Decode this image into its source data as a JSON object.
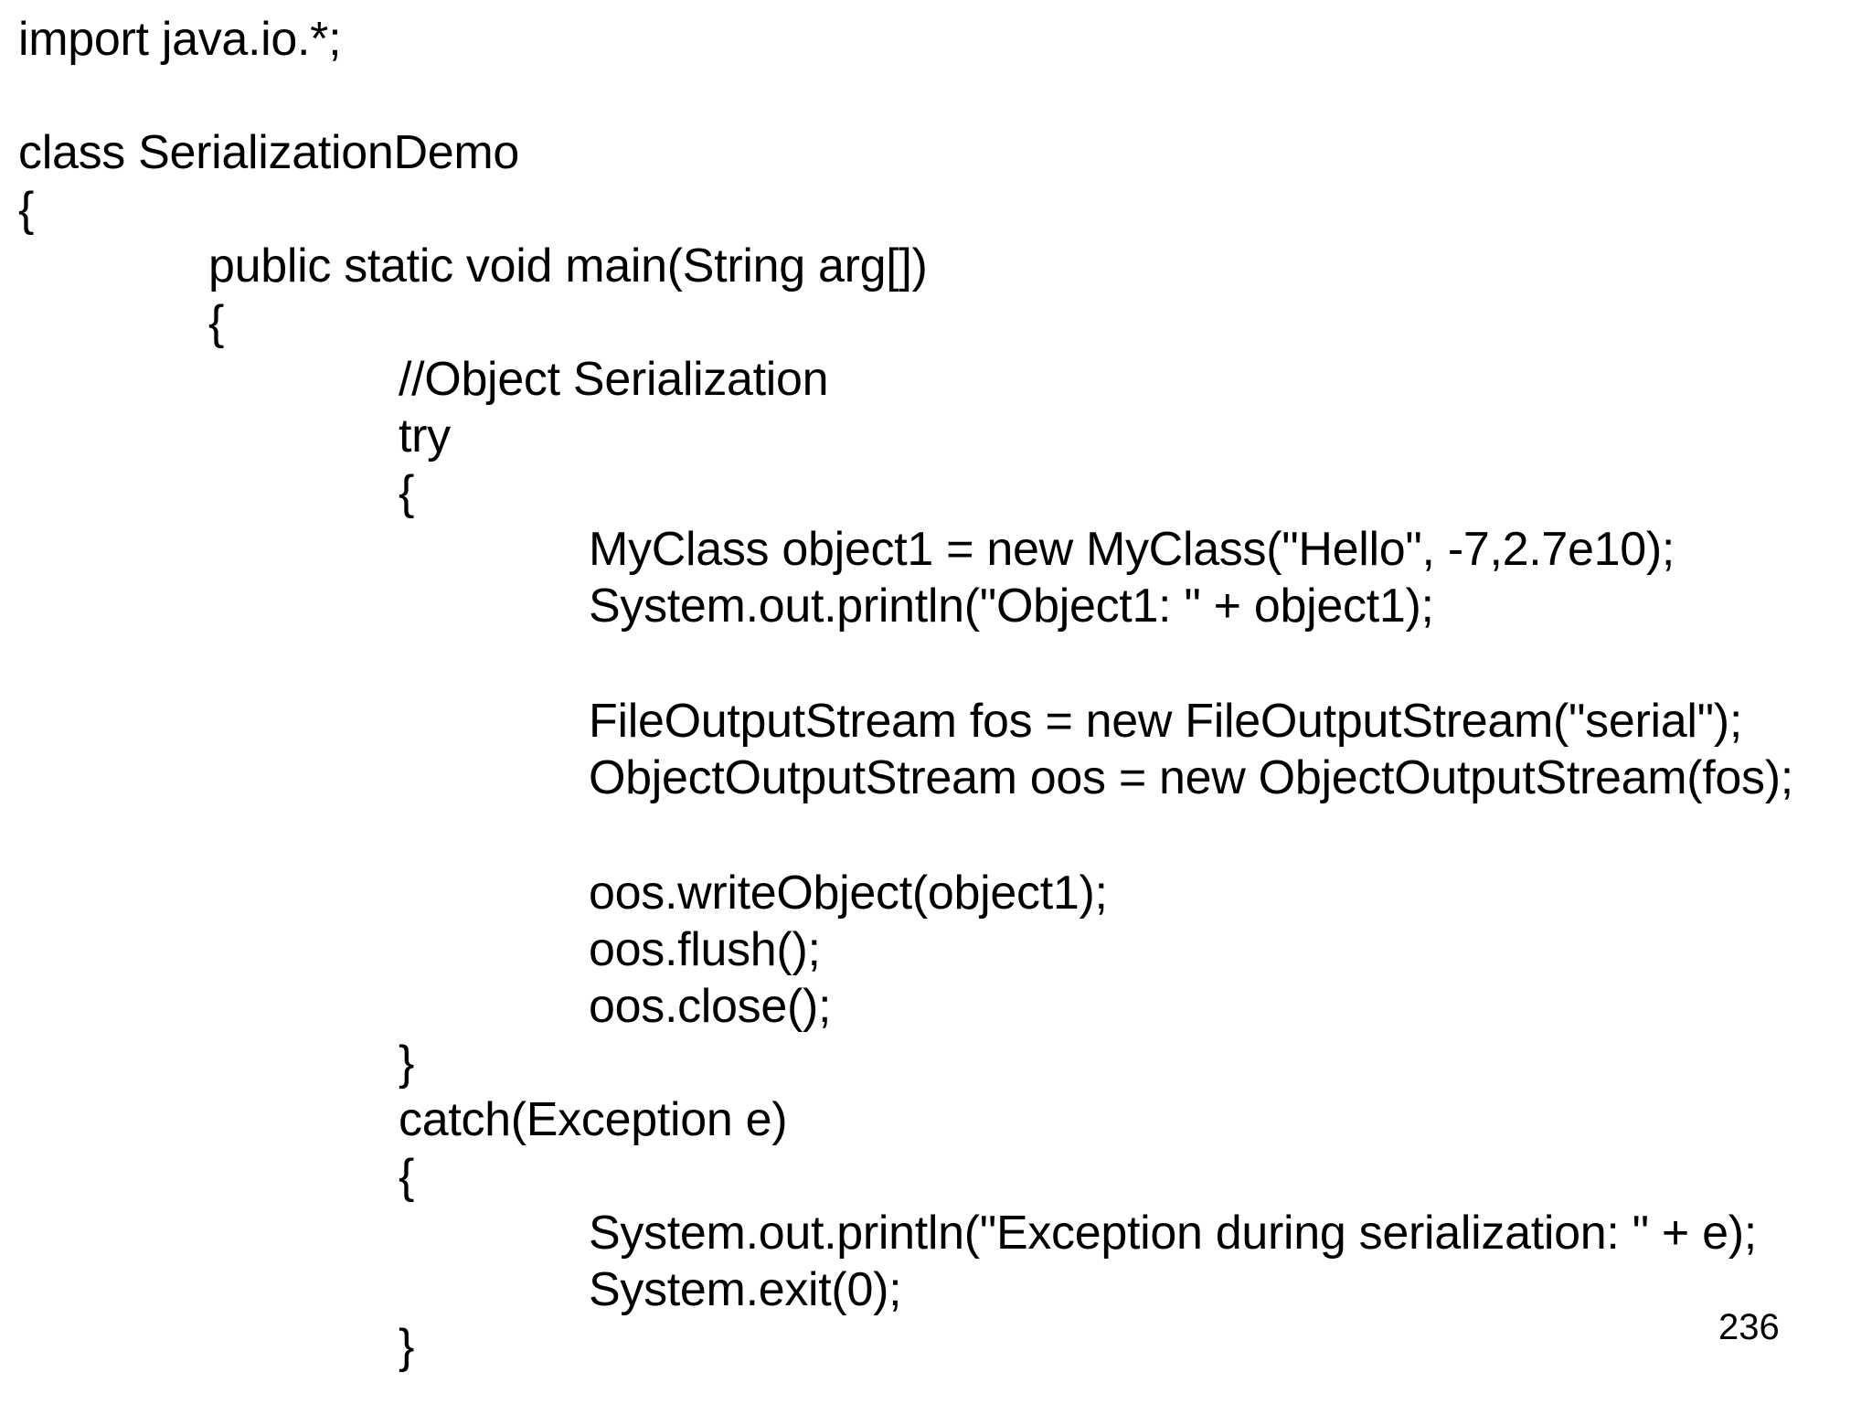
{
  "code": {
    "lines": [
      {
        "text": "import java.io.*;",
        "indent": 0
      },
      {
        "text": "class SerializationDemo",
        "indent": 0
      },
      {
        "text": "{",
        "indent": 0
      },
      {
        "text": "public static void main(String arg[])",
        "indent": 1
      },
      {
        "text": "{",
        "indent": 1
      },
      {
        "text": "//Object Serialization",
        "indent": 2
      },
      {
        "text": "try",
        "indent": 2
      },
      {
        "text": "{",
        "indent": 2
      },
      {
        "text": "MyClass object1 = new MyClass(\"Hello\", -7,2.7e10);",
        "indent": 3
      },
      {
        "text": "System.out.println(\"Object1: \" + object1);",
        "indent": 3
      },
      {
        "text": "FileOutputStream fos = new FileOutputStream(\"serial\");",
        "indent": 3
      },
      {
        "text": "ObjectOutputStream oos = new ObjectOutputStream(fos);",
        "indent": 3
      },
      {
        "text": "oos.writeObject(object1);",
        "indent": 3
      },
      {
        "text": "oos.flush();",
        "indent": 3
      },
      {
        "text": "oos.close();",
        "indent": 3
      },
      {
        "text": "}",
        "indent": 2
      },
      {
        "text": "catch(Exception e)",
        "indent": 2
      },
      {
        "text": "{",
        "indent": 2
      },
      {
        "text": "System.out.println(\"Exception during serialization: \" + e);",
        "indent": 3
      },
      {
        "text": "System.exit(0);",
        "indent": 3
      },
      {
        "text": "}",
        "indent": 2
      }
    ]
  },
  "page_number": "236"
}
